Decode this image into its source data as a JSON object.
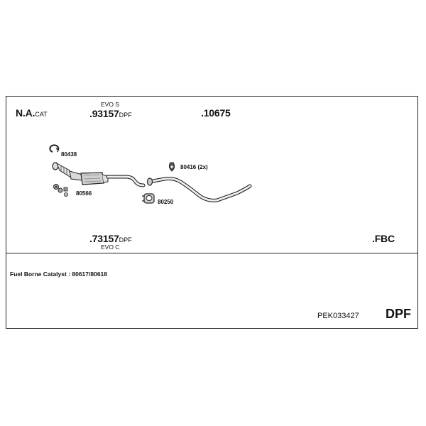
{
  "header_row": {
    "na": {
      "big": "N.A.",
      "small": "CAT"
    },
    "evo_s_label": "EVO S",
    "part_93157": {
      "big": ".93157",
      "small": "DPF"
    },
    "part_10675": ".10675"
  },
  "callouts": {
    "c80438": "80438",
    "c80566": "80566",
    "c80416": "80416 (2x)",
    "c80250": "80250"
  },
  "footer_row": {
    "part_73157": {
      "big": ".73157",
      "small": "DPF"
    },
    "evo_c_label": "EVO C",
    "fbc": ".FBC"
  },
  "notes": {
    "fuel_borne": "Fuel Borne Catalyst : 80617/80618"
  },
  "reference": {
    "code": "PEK033427",
    "type": "DPF"
  }
}
